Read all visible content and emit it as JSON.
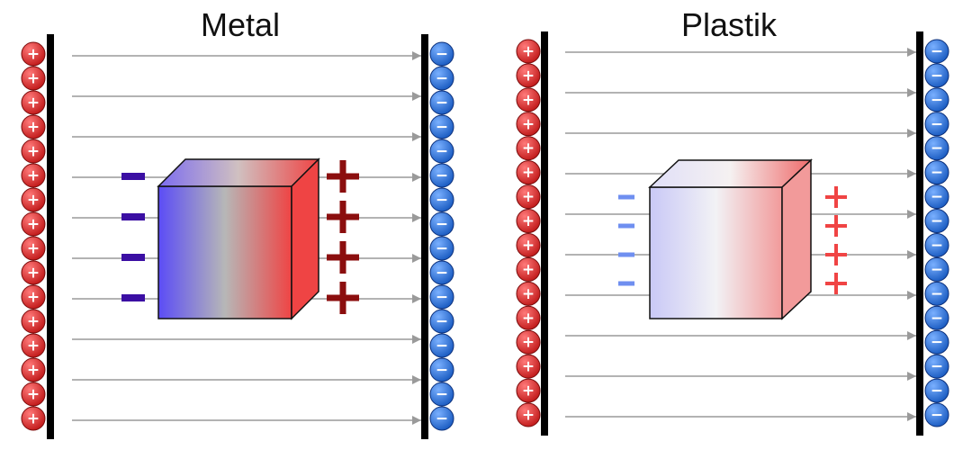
{
  "panels": [
    {
      "id": "metal",
      "title": "Metal",
      "positive_charge_count": 16,
      "negative_charge_count": 16,
      "field_line_count": 10,
      "induced_negative_count": 4,
      "induced_positive_count": 4,
      "induced_charge_strength": "strong",
      "gradient_colors": [
        "#5b4cf6",
        "#b7b7b7",
        "#ef4444"
      ],
      "side_face_color": "#ef4444",
      "top_face_colors": [
        "#7c6cf0",
        "#d0c0c0",
        "#ef4444"
      ],
      "induced_negative_color": "#3b0fa3",
      "induced_positive_color": "#8b0e0e"
    },
    {
      "id": "plastik",
      "title": "Plastik",
      "positive_charge_count": 16,
      "negative_charge_count": 16,
      "field_line_count": 10,
      "induced_negative_count": 4,
      "induced_positive_count": 4,
      "induced_charge_strength": "weak",
      "gradient_colors": [
        "#c9c8f6",
        "#f2f2f5",
        "#f29a9a"
      ],
      "side_face_color": "#f29a9a",
      "top_face_colors": [
        "#e0dff8",
        "#f5f1f1",
        "#ef6b6b"
      ],
      "induced_negative_color": "#6f8ff0",
      "induced_positive_color": "#f04444"
    }
  ],
  "colors": {
    "positive_ball": "#c41e1e",
    "negative_ball": "#1e5fc4",
    "plate": "#000000",
    "field_line": "#9a9a9a"
  },
  "symbols": {
    "plus": "+",
    "minus": "−"
  },
  "icons": {
    "positive_charge": "plus-charge-icon",
    "negative_charge": "minus-charge-icon"
  }
}
